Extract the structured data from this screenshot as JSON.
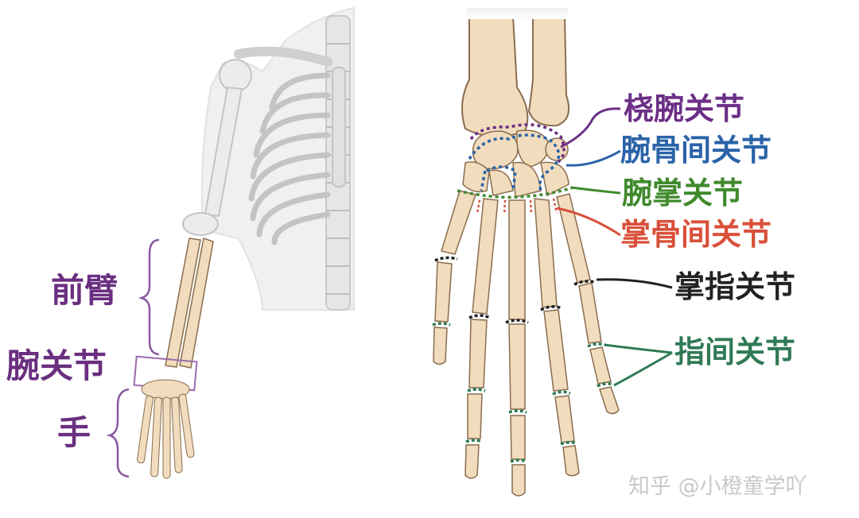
{
  "left_labels": {
    "forearm": "前臂",
    "wrist": "腕关节",
    "hand": "手"
  },
  "joint_labels": {
    "radiocarpal": "桡腕关节",
    "intercarpal": "腕骨间关节",
    "carpometacarpal": "腕掌关节",
    "intermetacarpal": "掌骨间关节",
    "metacarpophalangeal": "掌指关节",
    "interphalangeal": "指间关节"
  },
  "watermark": "知乎 @小橙童学吖",
  "colors": {
    "label_purple": "#6a2f80",
    "radiocarpal": "#6c2f86",
    "intercarpal": "#2a63a8",
    "carpometacarpal": "#3f8a2d",
    "intermetacarpal": "#d9503a",
    "metacarpophalangeal": "#222222",
    "interphalangeal": "#2f7a55",
    "bone": "#f1dcbd",
    "bone_stroke": "#8a6d4e"
  }
}
